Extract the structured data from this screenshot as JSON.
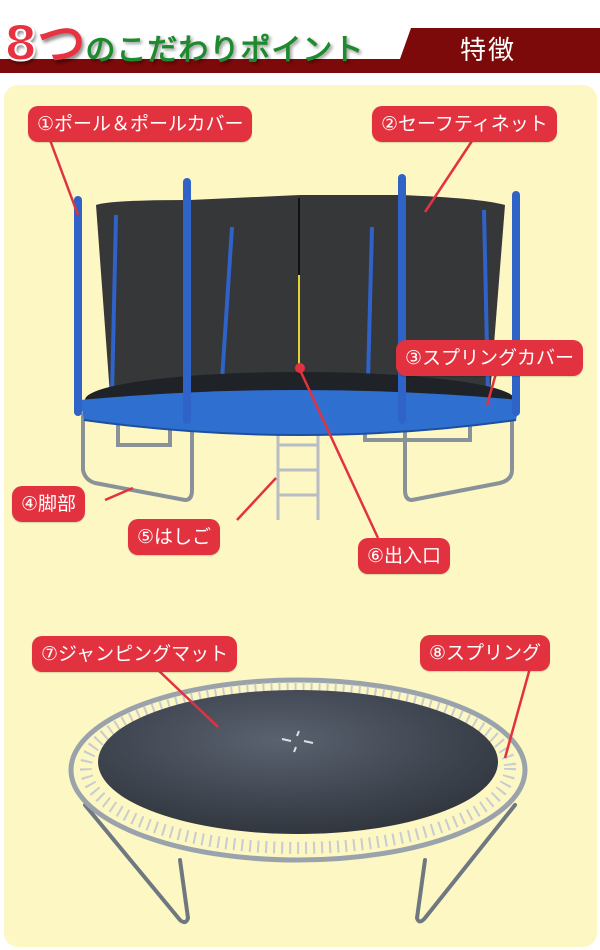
{
  "header": {
    "title_number": "8",
    "title_tsu": "つ",
    "title_rest": "のこだわりポイント",
    "tab_label": "特徴",
    "colors": {
      "bar": "#7d0a0a",
      "number": "#e63241",
      "title_text": "#1e8a2e"
    }
  },
  "panel": {
    "background": "#fcf7c3"
  },
  "callouts": [
    {
      "id": 1,
      "label": "①ポール＆ポールカバー"
    },
    {
      "id": 2,
      "label": "②セーフティネット"
    },
    {
      "id": 3,
      "label": "③スプリングカバー"
    },
    {
      "id": 4,
      "label": "④脚部"
    },
    {
      "id": 5,
      "label": "⑤はしご"
    },
    {
      "id": 6,
      "label": "⑥出入口"
    },
    {
      "id": 7,
      "label": "⑦ジャンピングマット"
    },
    {
      "id": 8,
      "label": "⑧スプリング"
    }
  ],
  "colors": {
    "callout": "#e3323f",
    "pole": "#2f63c8",
    "net": "#2a2c30",
    "frame": "#9aa3ab",
    "mat": "#3b4048"
  }
}
